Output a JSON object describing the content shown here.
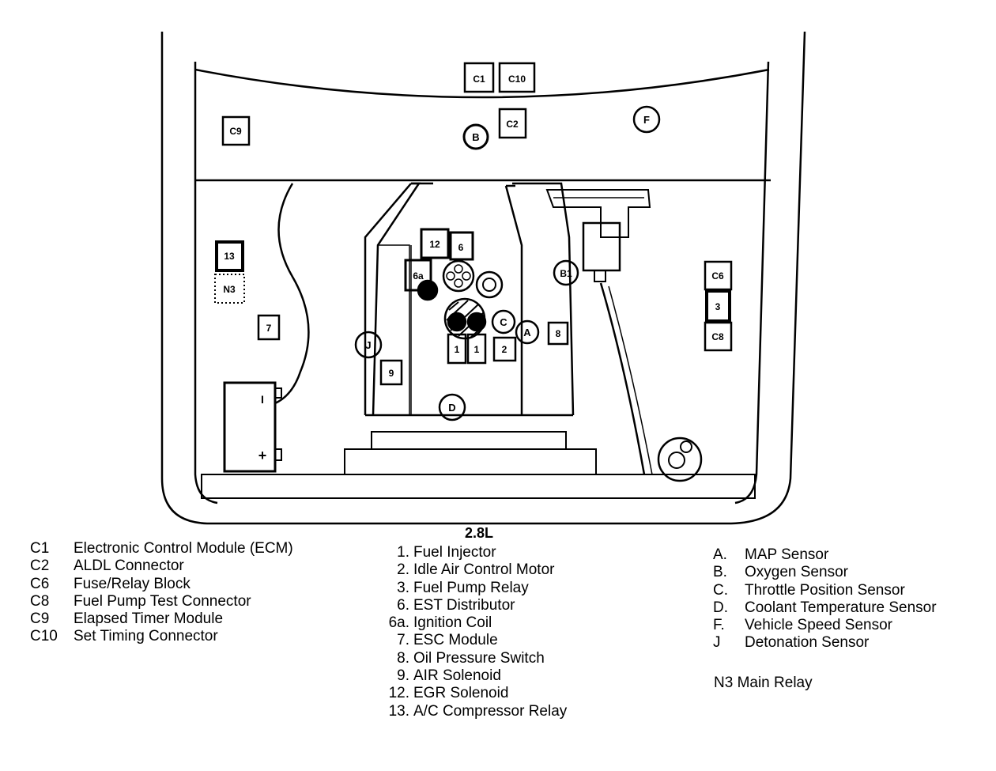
{
  "diagram": {
    "callouts": {
      "c1": "C1",
      "c10": "C10",
      "c2": "C2",
      "c9": "C9",
      "b": "B",
      "f": "F",
      "n13": "13",
      "n3": "N3",
      "n7": "7",
      "n12": "12",
      "n6": "6",
      "n6a": "6a",
      "b1": "B1",
      "c": "C",
      "a": "A",
      "n8": "8",
      "n1a": "1",
      "n1b": "1",
      "n2": "2",
      "j": "J",
      "n9": "9",
      "d": "D",
      "c6": "C6",
      "n3b": "3",
      "c8": "C8"
    },
    "battery_neg": "I",
    "battery_pos": "+"
  },
  "engine_title": "2.8L",
  "legend_c": [
    {
      "code": "C1",
      "desc": "Electronic Control Module (ECM)"
    },
    {
      "code": "C2",
      "desc": "ALDL Connector"
    },
    {
      "code": "C6",
      "desc": "Fuse/Relay Block"
    },
    {
      "code": "C8",
      "desc": "Fuel Pump Test Connector"
    },
    {
      "code": "C9",
      "desc": "Elapsed Timer Module"
    },
    {
      "code": "C10",
      "desc": "Set Timing Connector"
    }
  ],
  "legend_n": [
    {
      "code": "1.",
      "desc": "Fuel Injector"
    },
    {
      "code": "2.",
      "desc": "Idle Air Control Motor"
    },
    {
      "code": "3.",
      "desc": "Fuel Pump Relay"
    },
    {
      "code": "6.",
      "desc": "EST Distributor"
    },
    {
      "code": "6a.",
      "desc": "Ignition Coil"
    },
    {
      "code": "7.",
      "desc": "ESC Module"
    },
    {
      "code": "8.",
      "desc": "Oil Pressure Switch"
    },
    {
      "code": "9.",
      "desc": "AIR Solenoid"
    },
    {
      "code": "12.",
      "desc": "EGR Solenoid"
    },
    {
      "code": "13.",
      "desc": "A/C Compressor Relay"
    }
  ],
  "legend_l": [
    {
      "code": "A.",
      "desc": "MAP Sensor"
    },
    {
      "code": "B.",
      "desc": "Oxygen Sensor"
    },
    {
      "code": "C.",
      "desc": "Throttle Position Sensor"
    },
    {
      "code": "D.",
      "desc": "Coolant Temperature Sensor"
    },
    {
      "code": "F.",
      "desc": "Vehicle Speed Sensor"
    },
    {
      "code": "J",
      "desc": "Detonation Sensor"
    }
  ],
  "main_relay": "N3 Main Relay"
}
